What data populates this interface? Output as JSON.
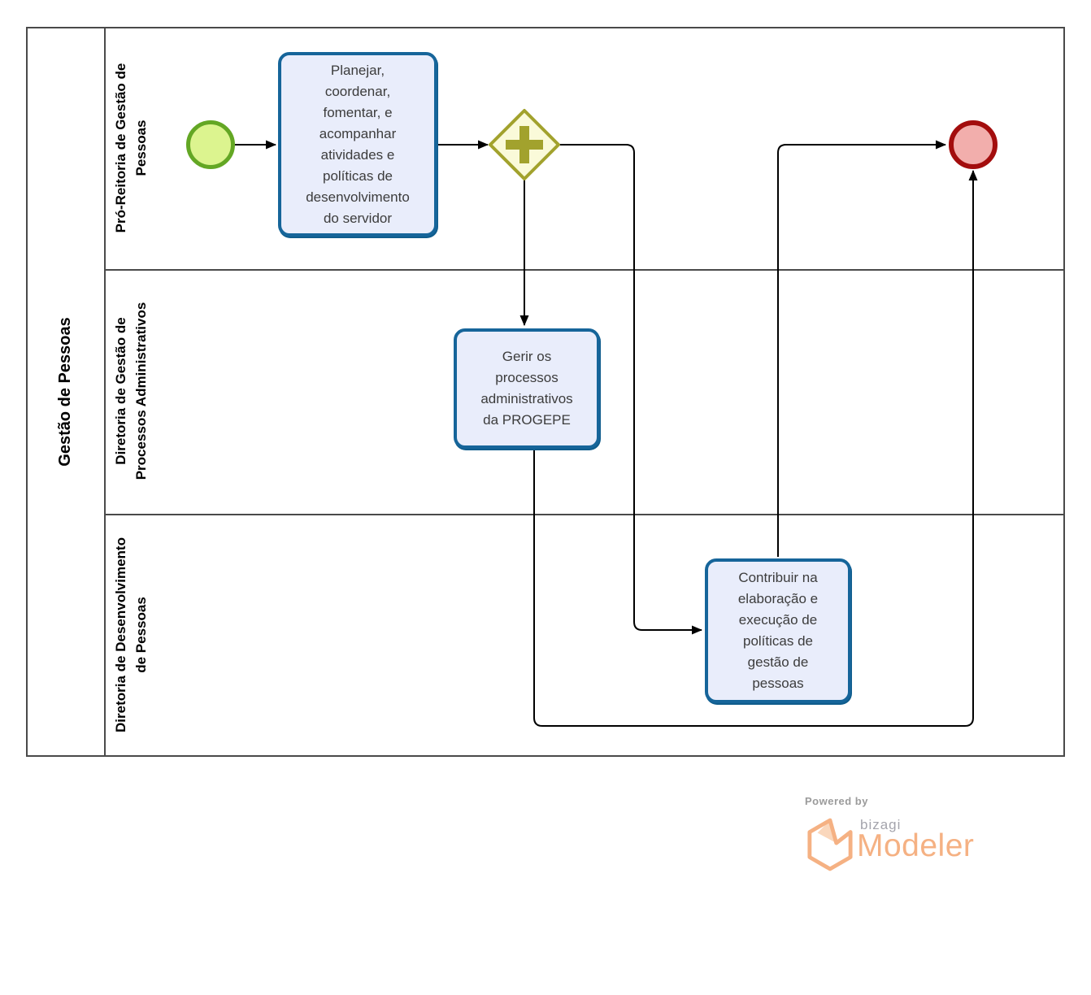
{
  "diagram": {
    "pool": {
      "title": "Gestão de Pessoas",
      "lanes": [
        {
          "label": "Pró-Reitoria de Gestão de Pessoas"
        },
        {
          "label": "Diretoria de Gestão de Processos Administrativos"
        },
        {
          "label": "Diretoria de Desenvolvimento de Pessoas"
        }
      ]
    },
    "nodes": {
      "start_event": {
        "type": "start-event",
        "lane": "Pró-Reitoria de Gestão de Pessoas"
      },
      "task1": {
        "label": "Planejar, coordenar, fomentar, e acompanhar atividades e políticas de desenvolvimento do servidor",
        "lane": "Pró-Reitoria de Gestão de Pessoas"
      },
      "gateway": {
        "type": "parallel-gateway",
        "icon": "plus-icon",
        "lane": "Pró-Reitoria de Gestão de Pessoas"
      },
      "task2": {
        "label": "Gerir os processos administrativos da PROGEPE",
        "lane": "Diretoria de Gestão de Processos Administrativos"
      },
      "task3": {
        "label": "Contribuir na elaboração e execução de políticas de gestão de pessoas",
        "lane": "Diretoria de Desenvolvimento de Pessoas"
      },
      "end_event": {
        "type": "end-event",
        "lane": "Pró-Reitoria de Gestão de Pessoas"
      }
    },
    "flows": [
      {
        "from": "start_event",
        "to": "task1"
      },
      {
        "from": "task1",
        "to": "gateway"
      },
      {
        "from": "gateway",
        "to": "task2"
      },
      {
        "from": "gateway",
        "to": "task3"
      },
      {
        "from": "task2",
        "to": "end_event"
      },
      {
        "from": "task3",
        "to": "end_event"
      }
    ],
    "colors": {
      "task_border": "#16659a",
      "task_fill": "#e9edfb",
      "start_border": "#63a724",
      "start_fill": "#dcf48f",
      "end_border": "#a30d0d",
      "end_fill": "#f2aeac",
      "gateway_border": "#a2a22d",
      "gateway_fill": "#fafad9",
      "line": "#000000",
      "lane_border": "#4a4a4a"
    }
  },
  "branding": {
    "powered_by": "Powered by",
    "brand": "bizagi",
    "product": "Modeler",
    "accent": "#f5b183"
  }
}
